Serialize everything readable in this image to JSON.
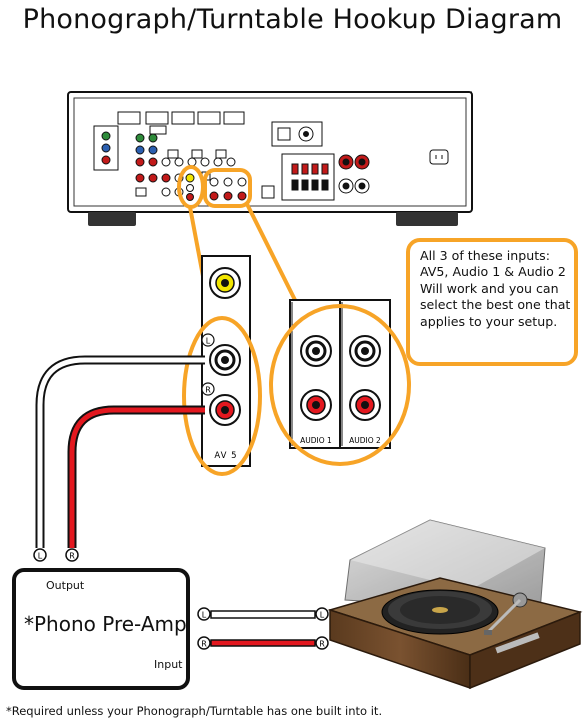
{
  "title": "Phonograph/Turntable Hookup Diagram",
  "callout": {
    "lines": [
      "All 3 of these inputs:",
      "AV5, Audio 1 & Audio 2",
      "Will work and you can",
      "select the best one that",
      "applies to your setup."
    ]
  },
  "inputs": {
    "av5_label": "AV 5",
    "audio1_label": "AUDIO 1",
    "audio2_label": "AUDIO 2",
    "left_marker": "L",
    "right_marker": "R"
  },
  "preamp": {
    "name": "*Phono Pre-Amp",
    "output_label": "Output",
    "input_label": "Input"
  },
  "footnote": "*Required unless your Phonograph/Turntable has one built into it.",
  "colors": {
    "accent_orange": "#F7A427",
    "cable_red": "#E3181F",
    "cable_white": "#ffffff",
    "jack_yellow": "#F2E600",
    "outline": "#111111"
  }
}
